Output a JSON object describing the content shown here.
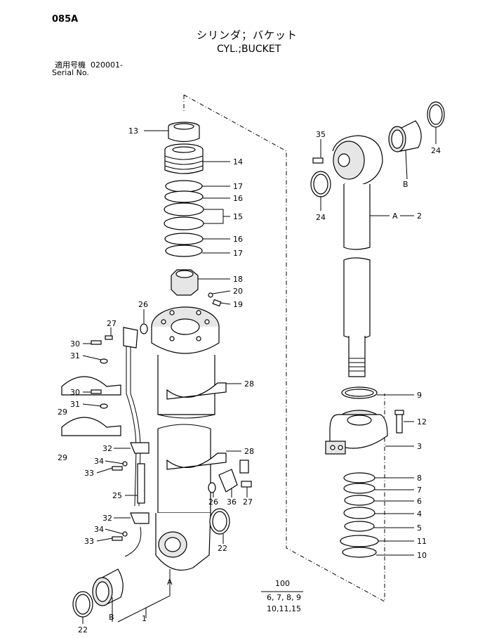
{
  "header": {
    "code": "085A",
    "title_jp": "シリンダ；バケット",
    "title_en": "CYL.;BUCKET",
    "serial_label_jp": "適用号機",
    "serial_value": "020001-",
    "serial_label_en": "Serial No."
  },
  "callouts": {
    "c13": "13",
    "c14": "14",
    "c17a": "17",
    "c16a": "16",
    "c15": "15",
    "c16b": "16",
    "c17b": "17",
    "c18": "18",
    "c20": "20",
    "c19": "19",
    "c26a": "26",
    "c27a": "27",
    "c30a": "30",
    "c31a": "31",
    "c28a": "28",
    "c29a": "29",
    "c30b": "30",
    "c31b": "31",
    "c29b": "29",
    "c32a": "32",
    "c28b": "28",
    "c34a": "34",
    "c33a": "33",
    "c25": "25",
    "c26b": "26",
    "c36": "36",
    "c27b": "27",
    "c32b": "32",
    "c34b": "34",
    "c33b": "33",
    "c22a": "22",
    "c22b": "22",
    "cA1": "A",
    "cB1": "B",
    "c1": "1",
    "c35": "35",
    "c24a": "24",
    "c24b": "24",
    "cB2": "B",
    "cA2": "A",
    "c2": "2",
    "c9": "9",
    "c12": "12",
    "c3": "3",
    "c8": "8",
    "c7": "7",
    "c6": "6",
    "c4": "4",
    "c5": "5",
    "c11": "11",
    "c10": "10"
  },
  "kit": {
    "number": "100",
    "line1": "6, 7, 8, 9",
    "line2": "10,11,15"
  }
}
